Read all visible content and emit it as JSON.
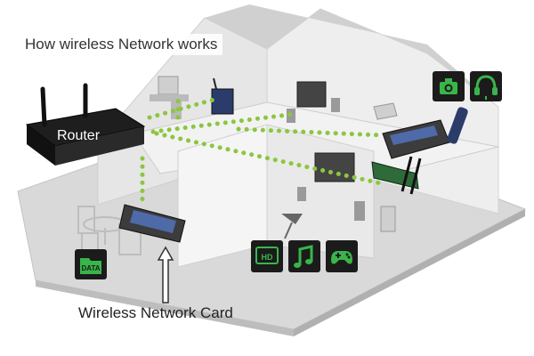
{
  "title": "How wireless Network works",
  "labels": {
    "router": "Router",
    "card": "Wireless Network Card"
  },
  "icons": {
    "hd_text": "HD",
    "data_text": "DATA",
    "accent_green": "#39b54a",
    "box_dark": "#1b1b1b",
    "dot_green": "#8cc63f"
  }
}
